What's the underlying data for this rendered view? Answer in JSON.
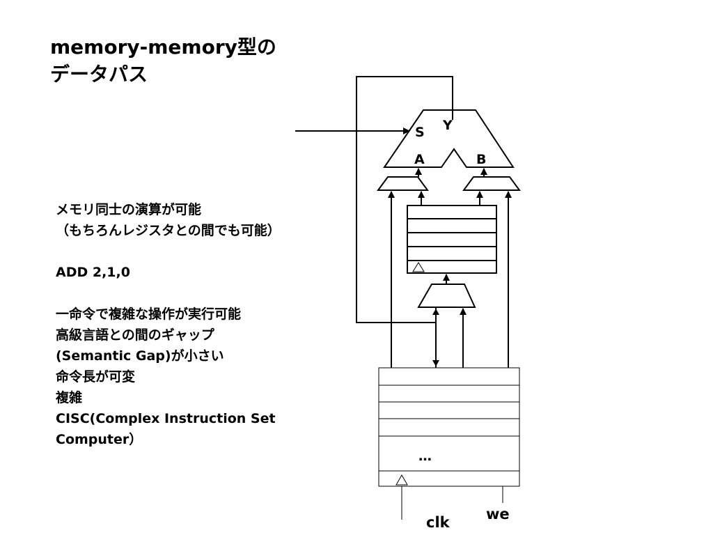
{
  "title": {
    "line1": "memory-memory型の",
    "line2": "データパス"
  },
  "paragraph1": {
    "line1": "メモリ同士の演算が可能",
    "line2": "（もちろんレジスタとの間でも可能）"
  },
  "instruction_example": "ADD 2,1,0",
  "paragraph2": {
    "line1": "一命令で複雑な操作が実行可能",
    "line2": "高級言語との間のギャップ",
    "line3": "(Semantic Gap)が小さい",
    "line4": "命令長が可変",
    "line5": "複雑",
    "line6": "CISC(Complex Instruction Set",
    "line7": "Computer）"
  },
  "diagram": {
    "alu_label_s": "S",
    "alu_label_y": "Y",
    "alu_label_a": "A",
    "alu_label_b": "B",
    "memory_ellipsis": "…",
    "clk_label": "clk",
    "we_label": "we"
  }
}
